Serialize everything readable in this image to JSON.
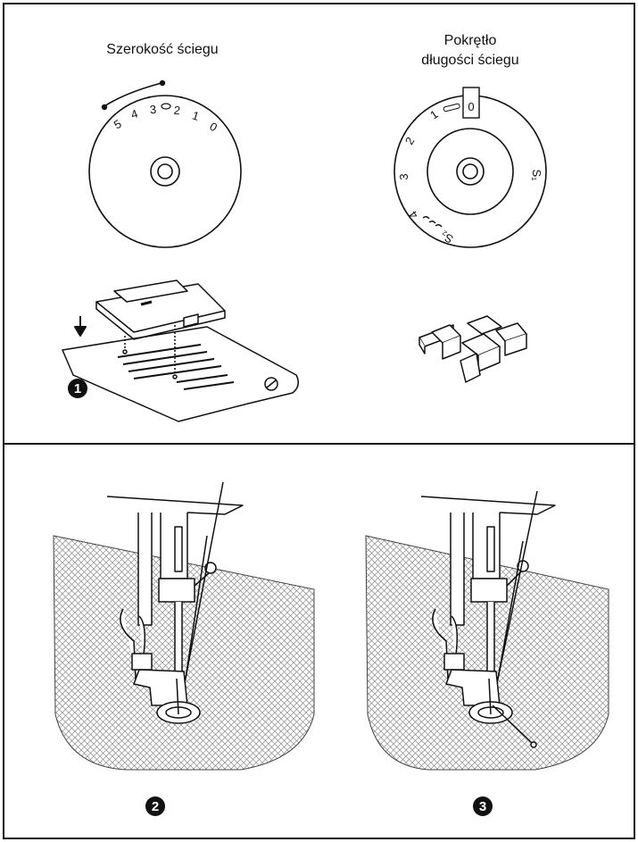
{
  "top_panel": {
    "width_dial": {
      "label": "Szerokość ściegu",
      "ticks": [
        "5",
        "4",
        "3",
        "2",
        "1",
        "0"
      ]
    },
    "length_dial": {
      "label_line1": "Pokrętło",
      "label_line2": "długości ściegu",
      "ticks": [
        "0",
        "1",
        "2",
        "3",
        "4",
        "S₁",
        "S₂"
      ],
      "selected": "0"
    },
    "step1_badge": "1"
  },
  "bottom_panel": {
    "step2_badge": "2",
    "step3_badge": "3"
  },
  "colors": {
    "ink": "#111111",
    "badge": "#111111",
    "background": "#ffffff"
  }
}
